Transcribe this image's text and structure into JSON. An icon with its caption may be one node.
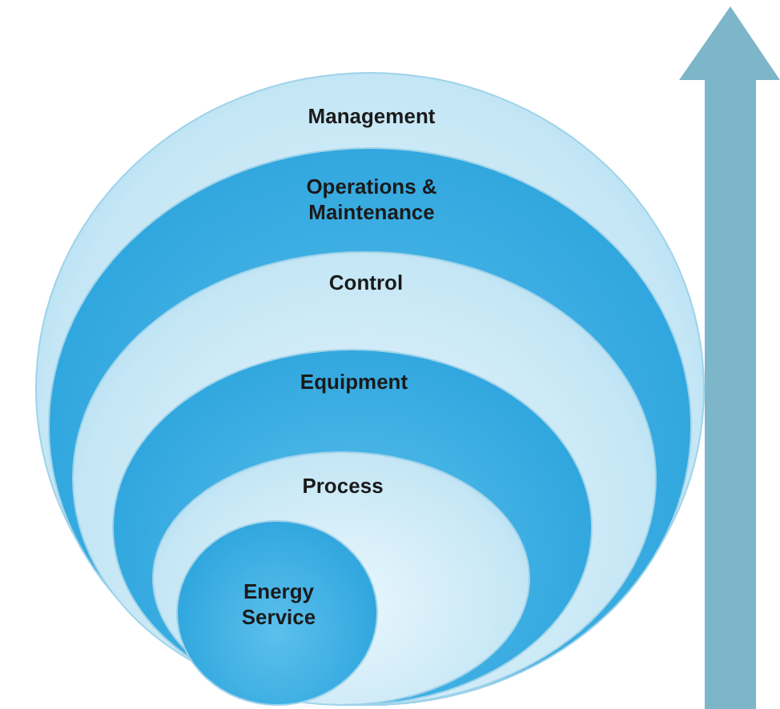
{
  "diagram": {
    "nodes": [
      {
        "text": [
          "Management"
        ]
      },
      {
        "text": [
          "Operations & Maintenance"
        ],
        "in": 0
      },
      {
        "text": [
          "Control"
        ],
        "in": 1
      },
      {
        "text": [
          "Equipment"
        ],
        "in": 2
      },
      {
        "text": [
          "Process"
        ],
        "in": 3
      },
      {
        "text": [
          "Energy Service"
        ],
        "in": 4
      }
    ]
  }
}
